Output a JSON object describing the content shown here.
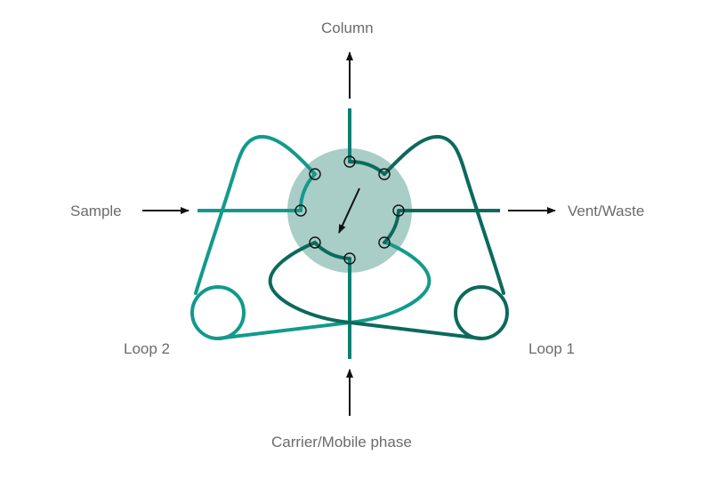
{
  "labels": {
    "column": "Column",
    "sample": "Sample",
    "vent_waste": "Vent/Waste",
    "loop_2": "Loop 2",
    "loop_1": "Loop 1",
    "carrier": "Carrier/Mobile phase"
  },
  "colors": {
    "light_teal": "#129a8c",
    "dark_teal": "#0b6a5c",
    "rotor": "#a9cdc7",
    "arrow": "#111111",
    "label": "#6b6b6b"
  }
}
